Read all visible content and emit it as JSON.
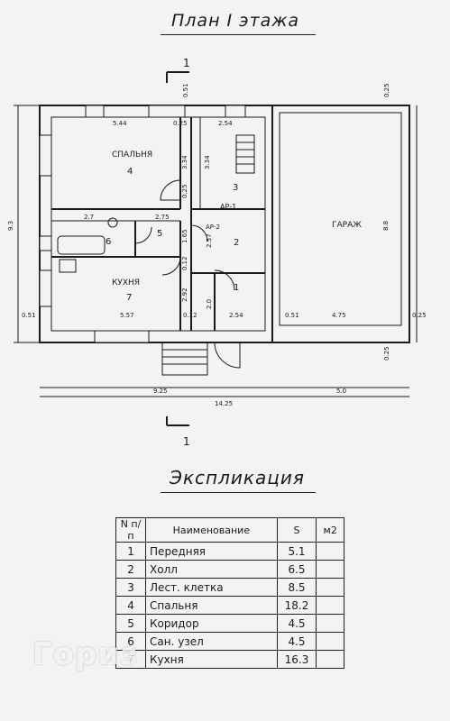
{
  "plan": {
    "title": "План I этажа",
    "section_mark": "1",
    "rooms": [
      {
        "name": "СПАЛЬНЯ",
        "num": "4"
      },
      {
        "name": "КУХНЯ",
        "num": "7"
      },
      {
        "name": "ГАРАЖ",
        "num": ""
      },
      {
        "name": "",
        "num": "1"
      },
      {
        "name": "",
        "num": "2"
      },
      {
        "name": "",
        "num": "3"
      },
      {
        "name": "",
        "num": "5"
      },
      {
        "name": "",
        "num": "6"
      }
    ],
    "ar_labels": [
      "АР-1",
      "АР-2"
    ],
    "dims": {
      "d544": "5.44",
      "d025a": "0.25",
      "d254a": "2.54",
      "d051top": "0.51",
      "d025top": "0.25",
      "d334a": "3.34",
      "d334b": "3.34",
      "d025b": "0.25",
      "d27": "2.7",
      "d275": "2.75",
      "d165": "1.65",
      "d257": "2.57",
      "d012a": "0.12",
      "d292": "2.92",
      "d20": "2.0",
      "d012b": "0.12",
      "d557": "5.57",
      "d254b": "2.54",
      "d051a": "0.51",
      "d051b": "0.51",
      "d475": "4.75",
      "d025c": "0.25",
      "d025d": "0.25",
      "d93": "9.3",
      "d88": "8.8",
      "d925": "9.25",
      "d50": "5.0",
      "d1425": "14.25"
    }
  },
  "explication": {
    "title": "Экспликация",
    "headers": {
      "n": "N п/п",
      "name": "Наименование",
      "s": "S",
      "unit": "м2"
    },
    "rows": [
      {
        "n": "1",
        "name": "Передняя",
        "s": "5.1"
      },
      {
        "n": "2",
        "name": "Холл",
        "s": "6.5"
      },
      {
        "n": "3",
        "name": "Лест. клетка",
        "s": "8.5"
      },
      {
        "n": "4",
        "name": "Спальня",
        "s": "18.2"
      },
      {
        "n": "5",
        "name": "Коридор",
        "s": "4.5"
      },
      {
        "n": "6",
        "name": "Сан. узел",
        "s": "4.5"
      },
      {
        "n": "7",
        "name": "Кухня",
        "s": "16.3"
      }
    ]
  },
  "watermark": "Гориз"
}
